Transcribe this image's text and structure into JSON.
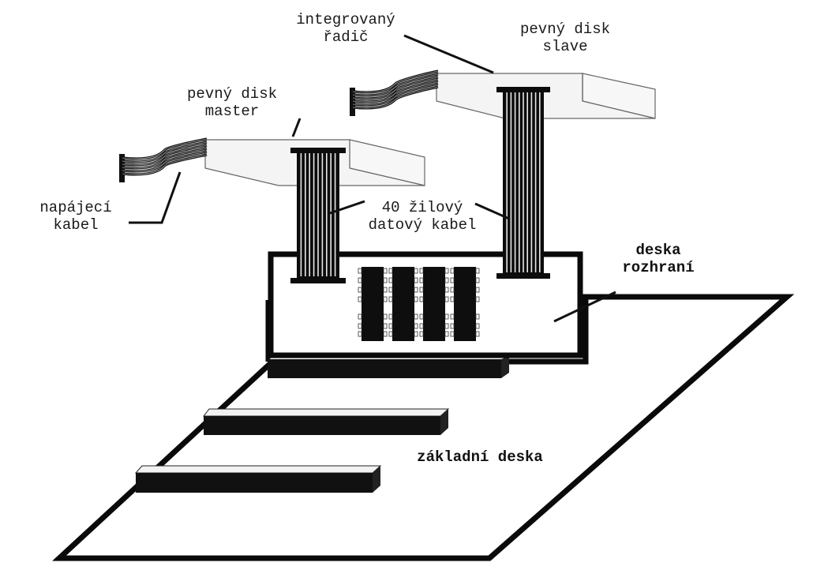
{
  "diagram": {
    "title": "IDE disk connection diagram",
    "labels": {
      "controller": [
        "integrovaný",
        "řadič"
      ],
      "slave_disk": [
        "pevný disk",
        "slave"
      ],
      "master_disk": [
        "pevný disk",
        "master"
      ],
      "power_cable": [
        "napájecí",
        "kabel"
      ],
      "data_cable": [
        "40 žilový",
        "datový kabel"
      ],
      "interface_board": [
        "deska",
        "rozhraní"
      ],
      "motherboard": "základní deska"
    },
    "components": {
      "disks": [
        "pevný disk master",
        "pevný disk slave"
      ],
      "data_cable_wires": 40,
      "interface_board_chips": 4,
      "motherboard_slots": 3
    },
    "colors": {
      "ink": "#111111",
      "paper": "#ffffff",
      "disk_fill": "#f4f4f4"
    }
  }
}
